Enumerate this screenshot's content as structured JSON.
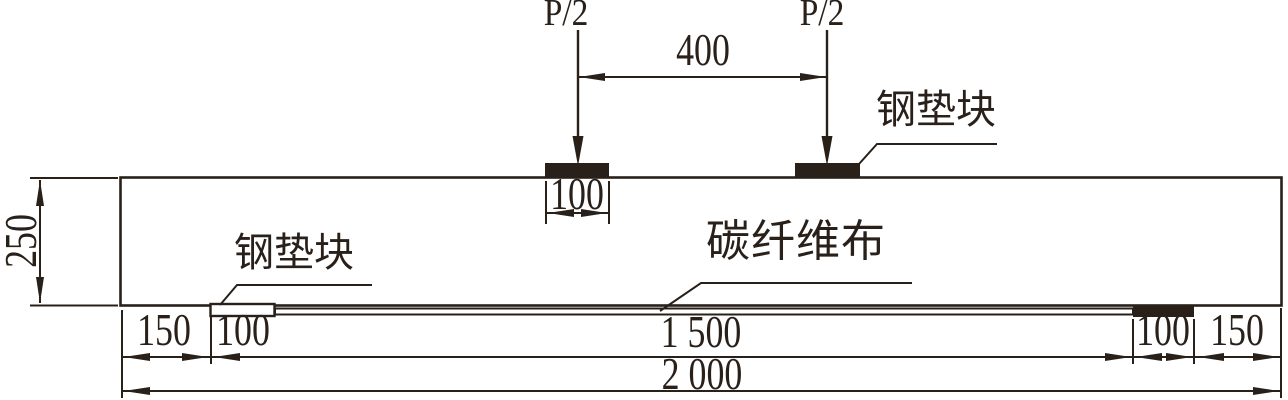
{
  "labels": {
    "load_left": "P/2",
    "load_right": "P/2",
    "steel_pad_top": "钢垫块",
    "steel_pad_bottom": "钢垫块",
    "cfrp_sheet": "碳纤维布"
  },
  "dimensions": {
    "load_spacing": "400",
    "load_pad_width": "100",
    "beam_depth": "250",
    "left_overhang": "150",
    "left_anchor_pad": "100",
    "cfrp_length": "1 500",
    "right_anchor_pad": "100",
    "right_overhang": "150",
    "total_length": "2 000"
  },
  "colors": {
    "ink": "#29201a",
    "background": "#ffffff"
  }
}
